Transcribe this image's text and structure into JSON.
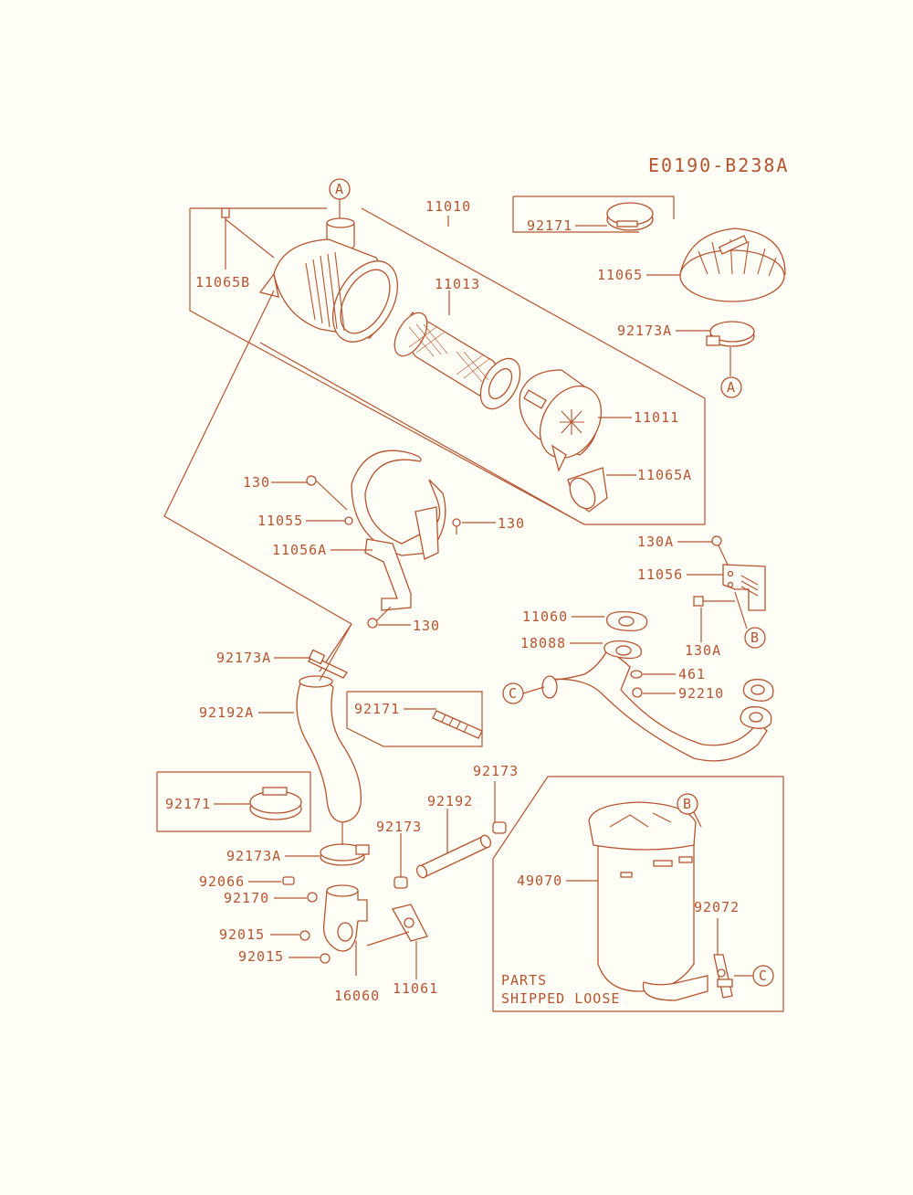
{
  "diagram_code": "E0190-B238A",
  "note": [
    "PARTS",
    "SHIPPED LOOSE"
  ],
  "callouts": {
    "A_top": "A",
    "A_right": "A",
    "B_bracket": "B",
    "B_muffler": "B",
    "C_pipe": "C",
    "C_muffler": "C"
  },
  "parts": {
    "p11010": "11010",
    "p11013": "11013",
    "p11065B": "11065B",
    "p92171_top": "92171",
    "p11065": "11065",
    "p92173A_top": "92173A",
    "p11011": "11011",
    "p11065A": "11065A",
    "p130_a": "130",
    "p11055": "11055",
    "p130_b": "130",
    "p11056A": "11056A",
    "p130_c": "130",
    "p130A_a": "130A",
    "p11056": "11056",
    "p130A_b": "130A",
    "p11060": "11060",
    "p18088": "18088",
    "p461": "461",
    "p92210": "92210",
    "p92173A_mid": "92173A",
    "p92171_mid": "92171",
    "p92192A": "92192A",
    "p92171_low": "92171",
    "p92173_a": "92173",
    "p92192": "92192",
    "p92173_b": "92173",
    "p92173A_low": "92173A",
    "p92066": "92066",
    "p92170": "92170",
    "p92015_a": "92015",
    "p92015_b": "92015",
    "p16060": "16060",
    "p11061": "11061",
    "p49070": "49070",
    "p92072": "92072"
  }
}
